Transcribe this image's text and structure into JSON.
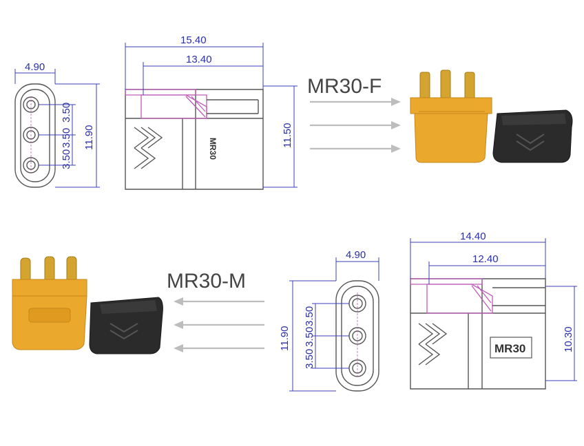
{
  "labels": {
    "female": "MR30-F",
    "male": "MR30-M",
    "female_body_mark": "MR30",
    "male_body_mark": "MR30"
  },
  "dimensions": {
    "f_end_width": "4.90",
    "f_end_height": "11.90",
    "f_end_pitch_top": "3.50",
    "f_end_pitch_mid": "3.50",
    "f_end_pitch_bottom": "3.50",
    "f_side_total": "15.40",
    "f_side_inner": "13.40",
    "f_side_height": "11.50",
    "m_end_width": "4.90",
    "m_end_height": "11.90",
    "m_end_pitch_top": "3.50",
    "m_end_pitch_mid": "3.50",
    "m_end_pitch_bottom": "3.50",
    "m_side_total": "14.40",
    "m_side_inner": "12.40",
    "m_side_height": "10.30"
  },
  "colors": {
    "dimension": "#2a2fa8",
    "hatch": "#c05ab8",
    "connector_yellow": "#e8a52a",
    "cap_black": "#2b2b2b",
    "brass": "#d4a431"
  }
}
